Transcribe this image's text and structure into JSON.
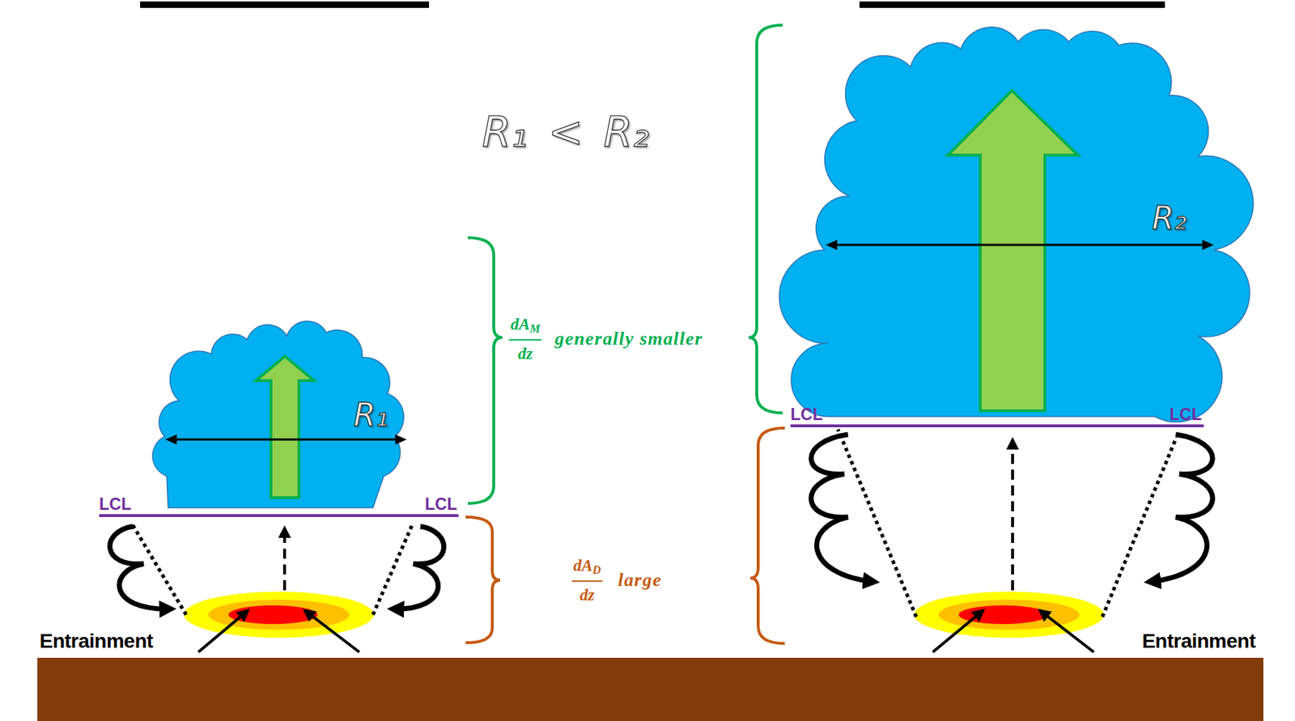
{
  "diagram": {
    "nodes": [
      {
        "text": [
          "R₁"
        ]
      },
      {
        "text": [
          "R₂"
        ]
      }
    ],
    "labels": [
      "R₁ < R₂",
      "LCL",
      "LCL",
      "dA",
      "M",
      "dz",
      "generally smaller",
      "dA",
      "D",
      "dz",
      "large",
      "LCL",
      "LCL",
      "Entrainment",
      "Entrainment"
    ]
  }
}
